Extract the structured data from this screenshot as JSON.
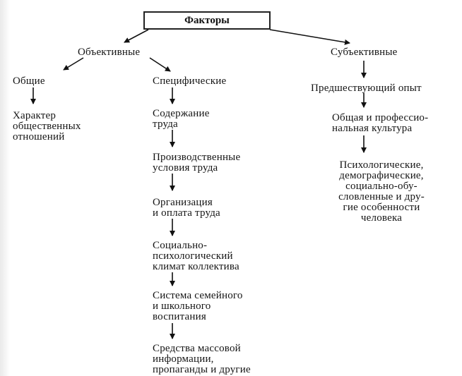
{
  "root": {
    "label": "Факторы"
  },
  "objective": {
    "label": "Объективные",
    "general": {
      "label": "Общие",
      "child": "Характер\nобщественных\nотношений"
    },
    "specific": {
      "label": "Специфические",
      "chain": [
        "Содержание\nтруда",
        "Производственные\nусловия труда",
        "Организация\nи оплата труда",
        "Социально-\nпсихологический\nклимат коллектива",
        "Система семейного\nи школьного\nвоспитания",
        "Средства массовой\nинформации,\nпропаганды и другие"
      ]
    }
  },
  "subjective": {
    "label": "Субъективные",
    "chain": [
      "Предшествующий опыт",
      "Общая и профессио-\nнальная культура",
      "Психологические,\nдемографические,\nсоциально-обу-\nсловленные и дру-\nгие особенности\nчеловека"
    ]
  }
}
